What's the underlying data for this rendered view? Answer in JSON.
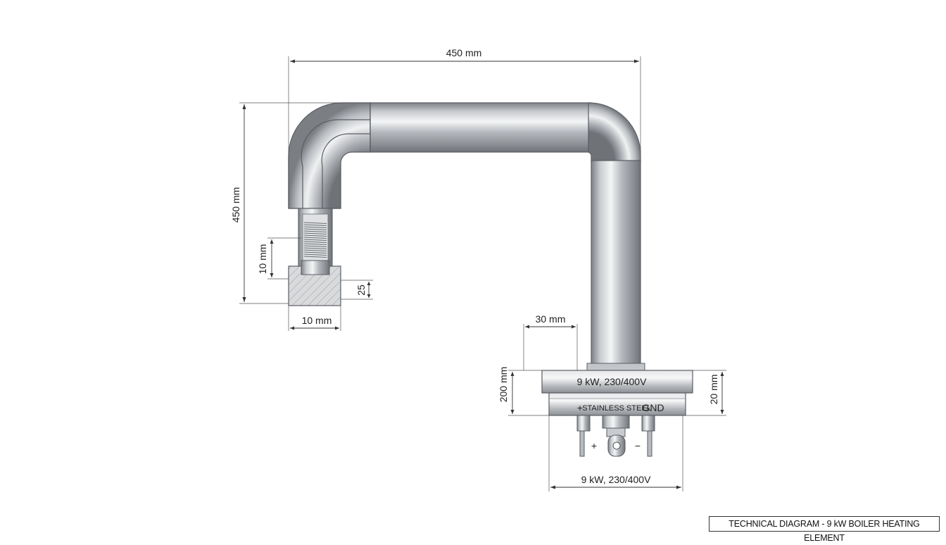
{
  "dimensions": {
    "top_width": "450 mm",
    "left_height": "450 mm",
    "coil_height": "10 mm",
    "base_width": "10 mm",
    "base_height": "25",
    "flange_offset": "30 mm",
    "flange_height_left": "200 mm",
    "flange_height_right": "20 mm",
    "bottom_width": "9 kW, 230/400V"
  },
  "flange": {
    "rating_label": "9 kW, 230/400V",
    "material_label": "STAINLESS STEEL",
    "plus_mark": "+",
    "ground_label": "GND"
  },
  "terminals": {
    "positive": "+",
    "negative": "−"
  },
  "title_block": {
    "text": "TECHNICAL DIAGRAM - 9 kW BOILER HEATING ELEMENT"
  }
}
